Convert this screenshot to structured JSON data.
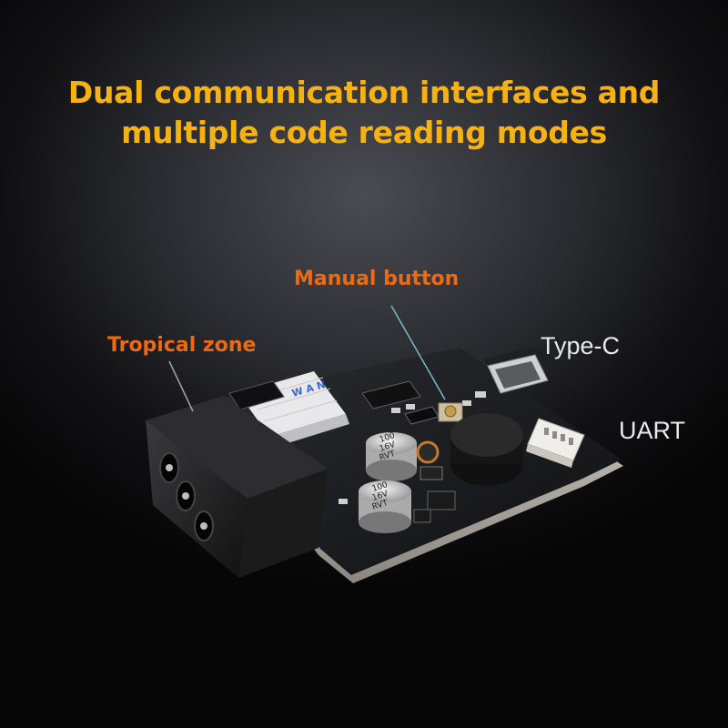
{
  "headline": {
    "line1": "Dual communication interfaces and",
    "line2": "multiple code reading modes"
  },
  "callouts": {
    "manual_button": "Manual button",
    "tropical_zone": "Tropical zone",
    "type_c": "Type-C",
    "uart": "UART"
  },
  "colors": {
    "headline": "#f6b113",
    "callout_orange": "#ec6a13",
    "callout_light": "#e9e9ea",
    "leader_line": "#7ab8c8"
  }
}
